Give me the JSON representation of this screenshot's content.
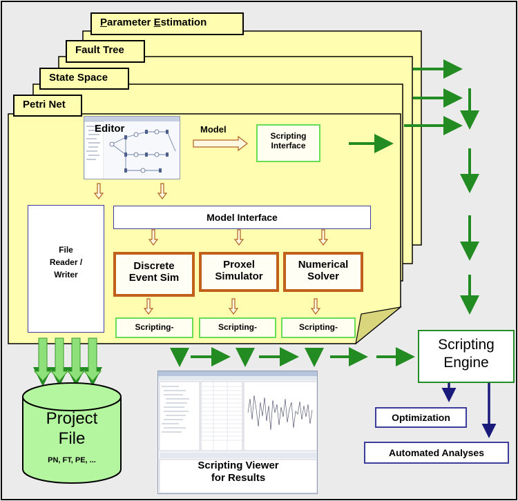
{
  "layers": {
    "parameter_estimation": {
      "prefix_a": "P",
      "rest_a": "arameter ",
      "prefix_b": "E",
      "rest_b": "stimation"
    },
    "fault_tree": "Fault Tree",
    "state_space": "State Space",
    "petri_net": "Petri Net"
  },
  "editor": {
    "label": "Editor"
  },
  "model_arrow": {
    "label": "Model"
  },
  "scripting_interface": {
    "line1": "Scripting",
    "line2": "Interface"
  },
  "model_interface": {
    "label": "Model Interface"
  },
  "file_rw": {
    "line1": "File",
    "line2": "Reader /",
    "line3": "Writer"
  },
  "solvers": [
    {
      "line1": "Discrete",
      "line2": "Event Sim"
    },
    {
      "line1": "Proxel",
      "line2": "Simulator"
    },
    {
      "line1": "Numerical",
      "line2": "Solver"
    }
  ],
  "scripting_boxes": [
    "Scripting-",
    "Scripting-",
    "Scripting-"
  ],
  "scripting_engine": {
    "line1": "Scripting",
    "line2": "Engine"
  },
  "optimization": {
    "label": "Optimization"
  },
  "automated_analyses": {
    "label": "Automated Analyses"
  },
  "project_file": {
    "line1": "Project",
    "line2": "File",
    "line3": "PN, FT, PE, ..."
  },
  "viewer": {
    "line1": "Scripting Viewer",
    "line2": "for Results"
  },
  "colors": {
    "background": "#ebebeb",
    "sheet": "#fffdb0",
    "green_arrow": "#228b22",
    "navy_arrow": "#1a1a7a",
    "orange_border": "#c0601a",
    "green_border": "#66dd55",
    "navy_border": "#3b3b99",
    "cylinder": "#b4f5a0"
  }
}
